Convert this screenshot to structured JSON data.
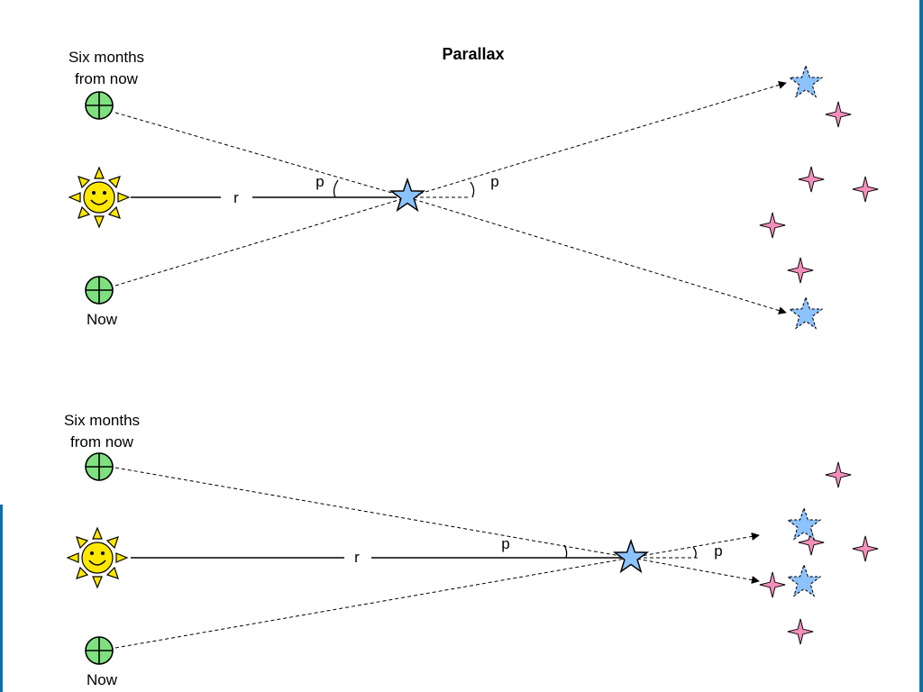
{
  "title": "Parallax",
  "top_diagram": {
    "earth_future_label_line1": "Six months",
    "earth_future_label_line2": "from now",
    "earth_now_label": "Now",
    "distance_label": "r",
    "angle_label_left": "p",
    "angle_label_right": "p"
  },
  "bottom_diagram": {
    "earth_future_label_line1": "Six months",
    "earth_future_label_line2": "from now",
    "earth_now_label": "Now",
    "distance_label": "r",
    "angle_label_left": "p",
    "angle_label_right": "p"
  },
  "colors": {
    "earth_fill": "#7fe07f",
    "near_star_fill": "#8cc3ff",
    "background_star_fill": "#f48fbc",
    "sun_fill": "#ffe800",
    "accent_edge": "#0b6fa8"
  },
  "icons": [
    "sun-icon",
    "earth-icon",
    "star-icon",
    "background-star-icon"
  ]
}
